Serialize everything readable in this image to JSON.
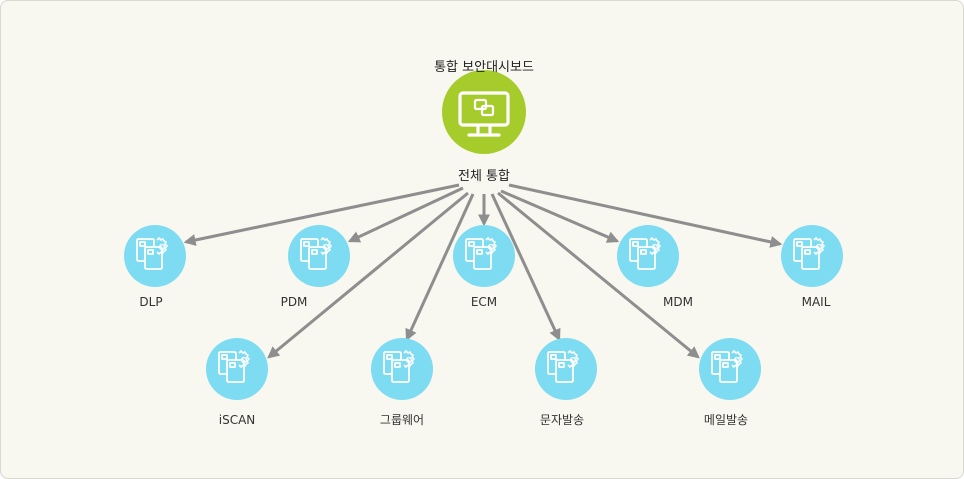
{
  "hub": {
    "title": "통합 보안대시보드",
    "subtitle": "전체 통합",
    "icon": "monitor-icon",
    "color": "#a6cc2b"
  },
  "node_color": "#7ddcf2",
  "arrow_color": "#8e8e8e",
  "nodes": [
    {
      "label": "DLP",
      "icon": "document-gear-icon"
    },
    {
      "label": "PDM",
      "icon": "document-gear-icon"
    },
    {
      "label": "ECM",
      "icon": "document-gear-icon"
    },
    {
      "label": "MDM",
      "icon": "document-gear-icon"
    },
    {
      "label": "MAIL",
      "icon": "document-gear-icon"
    },
    {
      "label": "iSCAN",
      "icon": "document-gear-icon"
    },
    {
      "label": "그룹웨어",
      "icon": "document-gear-icon"
    },
    {
      "label": "문자발송",
      "icon": "document-gear-icon"
    },
    {
      "label": "메일발송",
      "icon": "document-gear-icon"
    }
  ]
}
